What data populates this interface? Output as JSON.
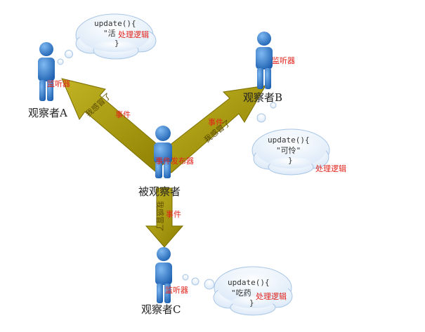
{
  "subject": {
    "label": "被观察者",
    "tag": "事件发布器"
  },
  "observers": {
    "a": {
      "label": "观察者A",
      "tag": "监听器",
      "cloud": {
        "line1": "update(){",
        "line2": "\"活",
        "line3": "}",
        "tag": "处理逻辑"
      }
    },
    "b": {
      "label": "观察者B",
      "tag": "监听器",
      "cloud": {
        "line1": "update(){",
        "line2": "\"可怜\"",
        "line3": "}",
        "tag": "处理逻辑"
      }
    },
    "c": {
      "label": "观察者C",
      "tag": "监听器",
      "cloud": {
        "line1": "update(){",
        "line2": "\"吃药",
        "line3": "}",
        "tag": "处理逻辑"
      }
    }
  },
  "arrows": {
    "to_a": {
      "text": "我感冒了",
      "tag": "事件"
    },
    "to_b": {
      "text": "我感冒了",
      "tag": "事件"
    },
    "to_c": {
      "text": "我感冒了",
      "tag": "事件"
    }
  },
  "colors": {
    "arrow": "#a89a0c",
    "person": "#2f7fd6",
    "event_text": "#e2231a"
  }
}
